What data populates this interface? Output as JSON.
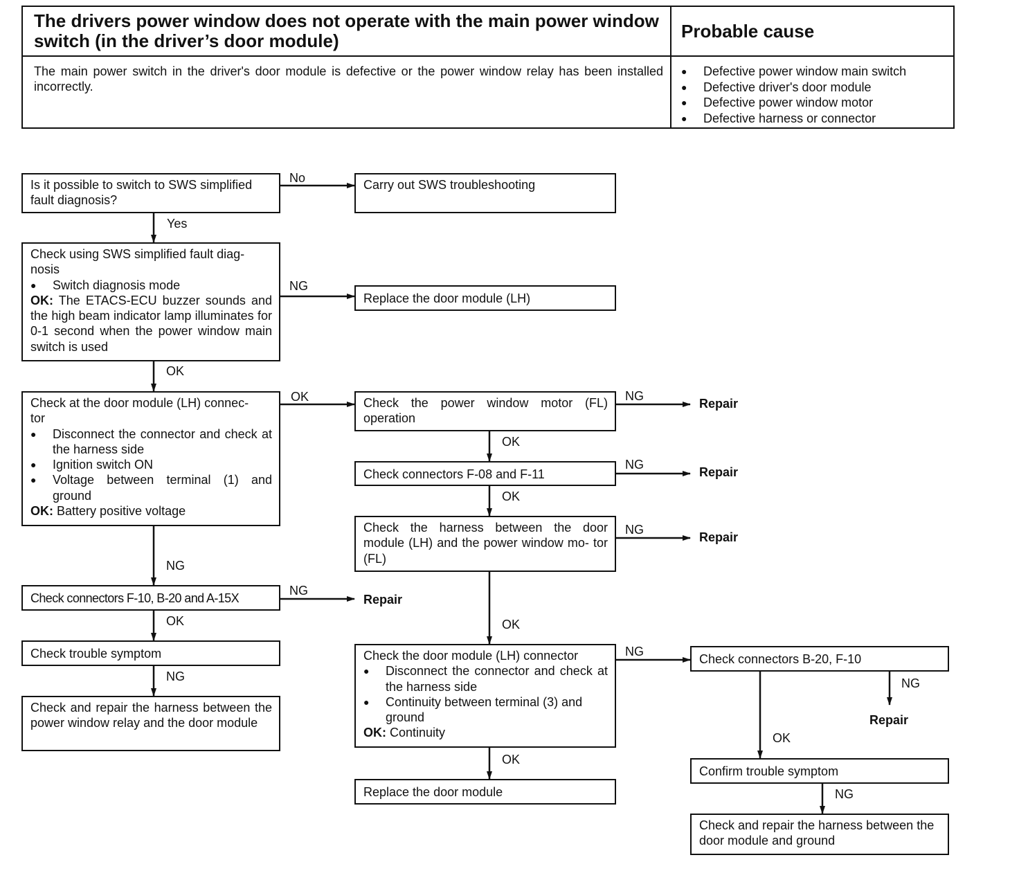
{
  "header": {
    "title": "The drivers power window does not operate with the main power window switch (in the driver’s door module)",
    "cause_title": "Probable cause",
    "description": "The main power switch in the driver's door module is defective or the power window relay has been installed incorrectly.",
    "causes": [
      "Defective power window main switch",
      "Defective driver's door module",
      "Defective power window motor",
      "Defective harness or connector"
    ]
  },
  "boxes": {
    "q_sws": "Is it possible to switch to SWS simplified fault diagnosis?",
    "sws_trouble": "Carry out SWS troubleshooting",
    "check_sws": {
      "line1": "Check using SWS simplified fault diag-",
      "line2": "nosis",
      "bullet": "Switch diagnosis mode",
      "ok_label": "OK:",
      "ok_text": "The ETACS-ECU buzzer sounds and the high beam indicator lamp illuminates for 0-1 second when the power window main switch is used"
    },
    "replace_door_lh": "Replace the door module (LH)",
    "check_door_conn": {
      "line1": "Check at the door module (LH) connec-",
      "line2": "tor",
      "bullet1": "Disconnect the connector and check at the harness side",
      "bullet2": "Ignition switch ON",
      "bullet3": "Voltage between terminal (1) and ground",
      "ok_label": "OK:",
      "ok_text": "Battery positive voltage"
    },
    "check_motor": "Check the power window motor (FL) operation",
    "check_f08": "Check connectors F-08 and F-11",
    "check_harness_motor": "Check the harness between the door module (LH) and the power window mo- tor (FL)",
    "check_f10_b20_a15x": "Check connectors F-10, B-20 and A-15X",
    "check_trouble": "Check trouble symptom",
    "repair_relay_harness": "Check and repair the harness between the power window relay and the door module",
    "check_door_conn2": {
      "line1": "Check the door module (LH) connector",
      "bullet1": "Disconnect the connector and check at the harness side",
      "bullet2": "Continuity between terminal (3) and ground",
      "ok_label": "OK:",
      "ok_text": "Continuity"
    },
    "replace_door": "Replace the door module",
    "check_b20_f10": "Check connectors B-20, F-10",
    "confirm_trouble": "Confirm trouble symptom",
    "repair_ground_harness": "Check and repair the harness between the door module and ground"
  },
  "labels": {
    "no": "No",
    "yes": "Yes",
    "ok": "OK",
    "ng": "NG",
    "repair": "Repair"
  }
}
